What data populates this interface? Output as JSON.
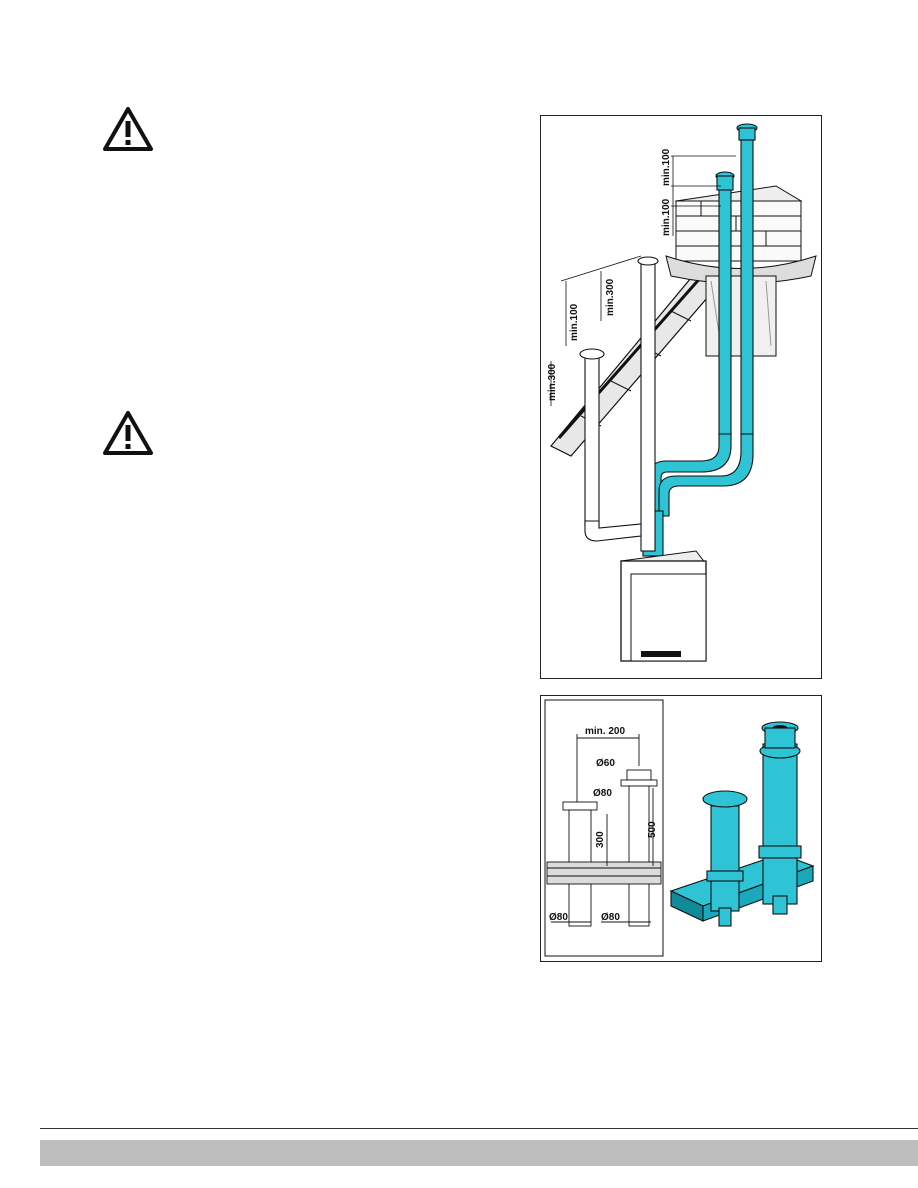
{
  "warnings": [
    {
      "icon": "warning-triangle-icon"
    },
    {
      "icon": "warning-triangle-icon"
    }
  ],
  "figure_top": {
    "labels": {
      "roof_right_a": "min.100",
      "roof_right_b": "min.100",
      "roof_left_a": "min.300",
      "roof_left_b": "min.100",
      "roof_left_c": "min.300"
    }
  },
  "figure_bottom": {
    "labels": {
      "spacing": "min. 200",
      "dia_top_right": "Ø60",
      "dia_top_left": "Ø80",
      "height_left": "300",
      "height_right": "500",
      "dia_bottom_left": "Ø80",
      "dia_bottom_right": "Ø80"
    }
  },
  "colors": {
    "pipe": "#2ec4d6",
    "pipe_dark": "#118a9a",
    "line": "#111111",
    "footer": "#bdbdbd"
  }
}
